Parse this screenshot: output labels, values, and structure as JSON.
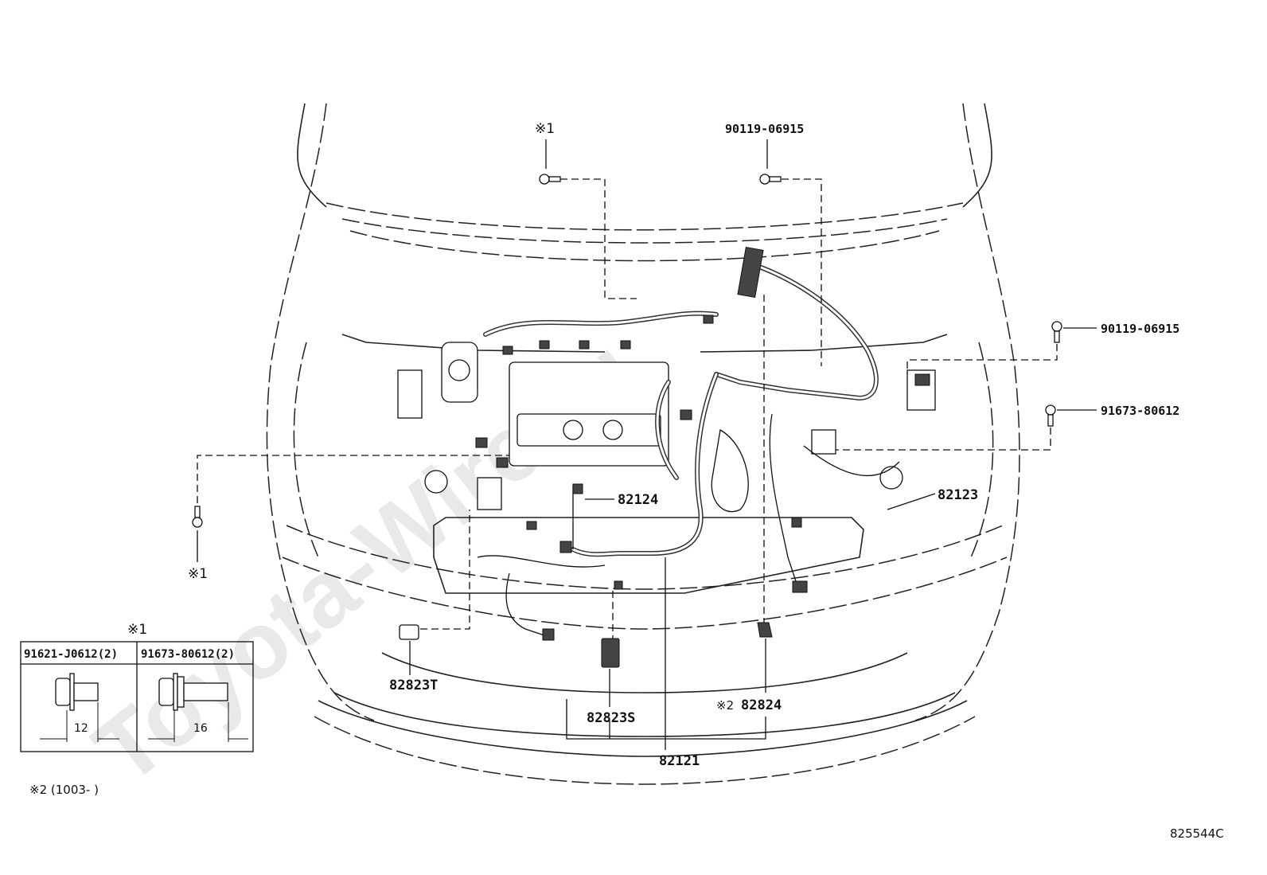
{
  "diagram": {
    "watermark": "Toyota-Wire.ru",
    "figure_id": "825544C",
    "footnote": "※2 (1003-        )"
  },
  "callouts": {
    "mark1_top": "※1",
    "mark1_left": "※1",
    "bolt_top": "90119-06915",
    "bolt_right": "90119-06915",
    "bolt_right2": "91673-80612",
    "p82124": "82124",
    "p82123": "82123",
    "p82823T": "82823T",
    "p82823S": "82823S",
    "p82824_prefix": "※2",
    "p82824": "82824",
    "p82121": "82121"
  },
  "bolt_table": {
    "title": "※1",
    "columns": [
      {
        "part": "91621-J0612(2)",
        "length": "12"
      },
      {
        "part": "91673-80612(2)",
        "length": "16"
      }
    ]
  },
  "colors": {
    "line": "#111111",
    "watermark": "#e9e9e9"
  }
}
